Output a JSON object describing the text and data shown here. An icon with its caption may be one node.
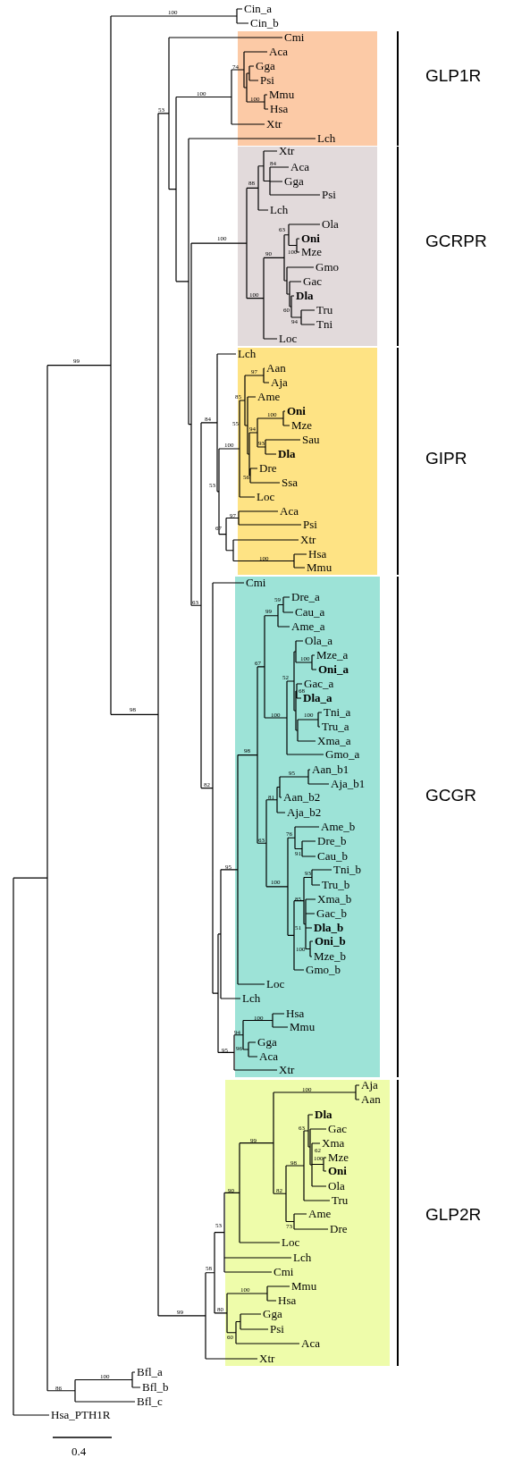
{
  "diagram": {
    "nodes": [
      {
        "text": [
          "GLP1R"
        ]
      },
      {
        "text": [
          "GCRPR"
        ]
      },
      {
        "text": [
          "GIPR"
        ]
      },
      {
        "text": [
          "GCGR"
        ]
      },
      {
        "text": [
          "GLP2R"
        ]
      }
    ],
    "labels": [
      "Cin_a",
      "100",
      "Cin_b",
      "Cmi",
      "Aca",
      "74",
      "Gga",
      "Psi",
      "100",
      "Mmu",
      "100",
      "Hsa",
      "53",
      "Xtr",
      "Lch",
      "Xtr",
      "84",
      "Aca",
      "Gga",
      "88",
      "Psi",
      "Lch",
      "Ola",
      "63",
      "100",
      "Oni",
      "100",
      "Mze",
      "90",
      "Gmo",
      "Gac",
      "100",
      "Dla",
      "60",
      "Tru",
      "94",
      "Tni",
      "Loc",
      "Lch",
      "99",
      "Aan",
      "97",
      "Aja",
      "Ame",
      "85",
      "Oni",
      "100",
      "84",
      "55",
      "Mze",
      "94",
      "Sau",
      "93",
      "100",
      "Dla",
      "Dre",
      "56",
      "Ssa",
      "53",
      "Loc",
      "Aca",
      "97",
      "Psi",
      "67",
      "Xtr",
      "Hsa",
      "100",
      "Mmu",
      "Cmi",
      "Dre_a",
      "59",
      "63",
      "99",
      "Cau_a",
      "Ame_a",
      "Ola_a",
      "Mze_a",
      "100",
      "67",
      "Oni_a",
      "52",
      "Gac_a",
      "68",
      "Dla_a",
      "98",
      "Tni_a",
      "100",
      "100",
      "Tru_a",
      "Xma_a",
      "98",
      "Gmo_a",
      "Aan_b1",
      "95",
      "Aja_b1",
      "82",
      "Aan_b2",
      "81",
      "Aja_b2",
      "Ame_b",
      "76",
      "63",
      "Dre_b",
      "91",
      "Cau_b",
      "95",
      "Tni_b",
      "93",
      "Tru_b",
      "100",
      "Xma_b",
      "85",
      "Gac_b",
      "51",
      "Dla_b",
      "Oni_b",
      "100",
      "Mze_b",
      "Gmo_b",
      "Loc",
      "Lch",
      "Hsa",
      "100",
      "Mmu",
      "94",
      "Gga",
      "96",
      "95",
      "Aca",
      "Xtr",
      "Aja",
      "100",
      "Aan",
      "Dla",
      "63",
      "Gac",
      "99",
      "Xma",
      "62",
      "Mze",
      "100",
      "98",
      "Oni",
      "Ola",
      "90",
      "82",
      "Tru",
      "Ame",
      "53",
      "73",
      "Dre",
      "Loc",
      "Lch",
      "58",
      "Cmi",
      "Mmu",
      "100",
      "Hsa",
      "80",
      "99",
      "Gga",
      "Psi",
      "60",
      "Aca",
      "Xtr",
      "Bfl_a",
      "100",
      "Bfl_b",
      "86",
      "Bfl_c",
      "Hsa_PTH1R",
      "0.4"
    ]
  }
}
